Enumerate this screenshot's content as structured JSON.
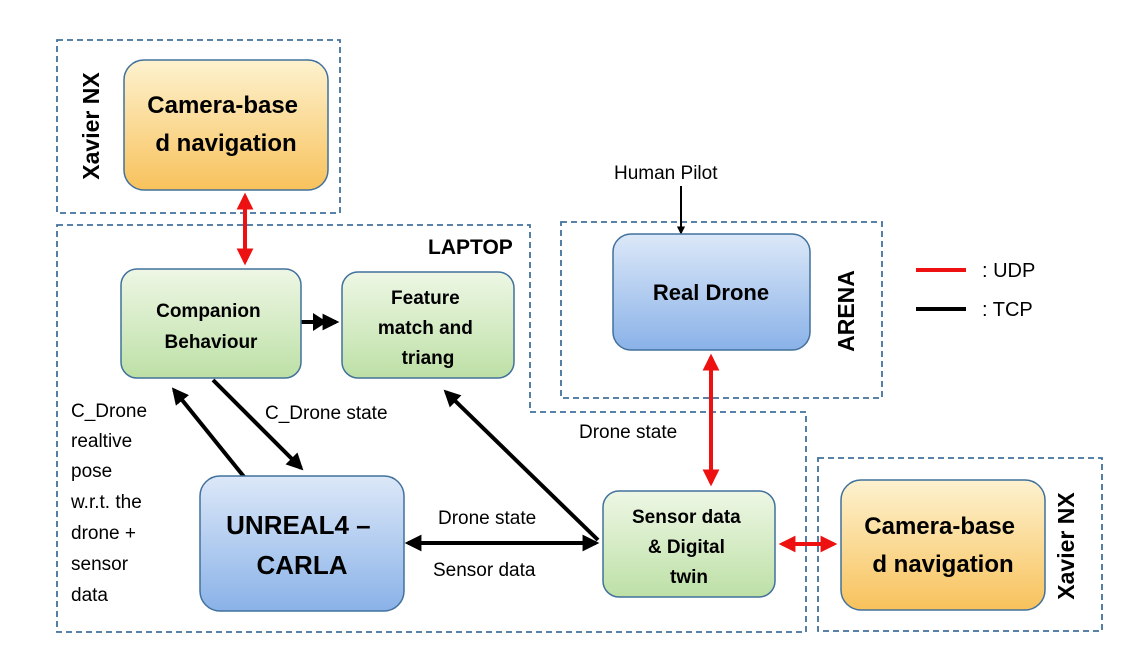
{
  "groups": {
    "xavier_top": "Xavier NX",
    "laptop": "LAPTOP",
    "arena": "ARENA",
    "xavier_bottom": "Xavier NX"
  },
  "nodes": {
    "camera_top": [
      "Camera-base",
      "d navigation"
    ],
    "companion": [
      "Companion",
      "Behaviour"
    ],
    "feature": [
      "Feature",
      "match and",
      "triang"
    ],
    "real_drone": [
      "Real Drone"
    ],
    "unreal": [
      "UNREAL4 –",
      "CARLA"
    ],
    "sensor": [
      "Sensor data",
      "& Digital",
      "twin"
    ],
    "camera_bottom": [
      "Camera-base",
      "d navigation"
    ]
  },
  "edge_labels": {
    "human_pilot": "Human Pilot",
    "c_drone_state": "C_Drone state",
    "c_drone_pose": [
      "C_Drone",
      "realtive",
      "pose",
      "w.r.t. the",
      "drone +",
      "sensor",
      "data"
    ],
    "drone_state_arena": "Drone state",
    "drone_state_mid": "Drone state",
    "sensor_data": "Sensor data"
  },
  "legend": {
    "udp": ": UDP",
    "tcp": ": TCP",
    "udp_color": "#ee1111",
    "tcp_color": "#000000"
  },
  "colors": {
    "orange_top": "#fdf2cf",
    "orange_bottom": "#f8c25c",
    "green_top": "#ecf6e2",
    "green_bottom": "#bfe1a9",
    "blue_top": "#dae7f8",
    "blue_bottom": "#8cb3e8",
    "border": "#41719c",
    "group_border": "#41719c"
  }
}
